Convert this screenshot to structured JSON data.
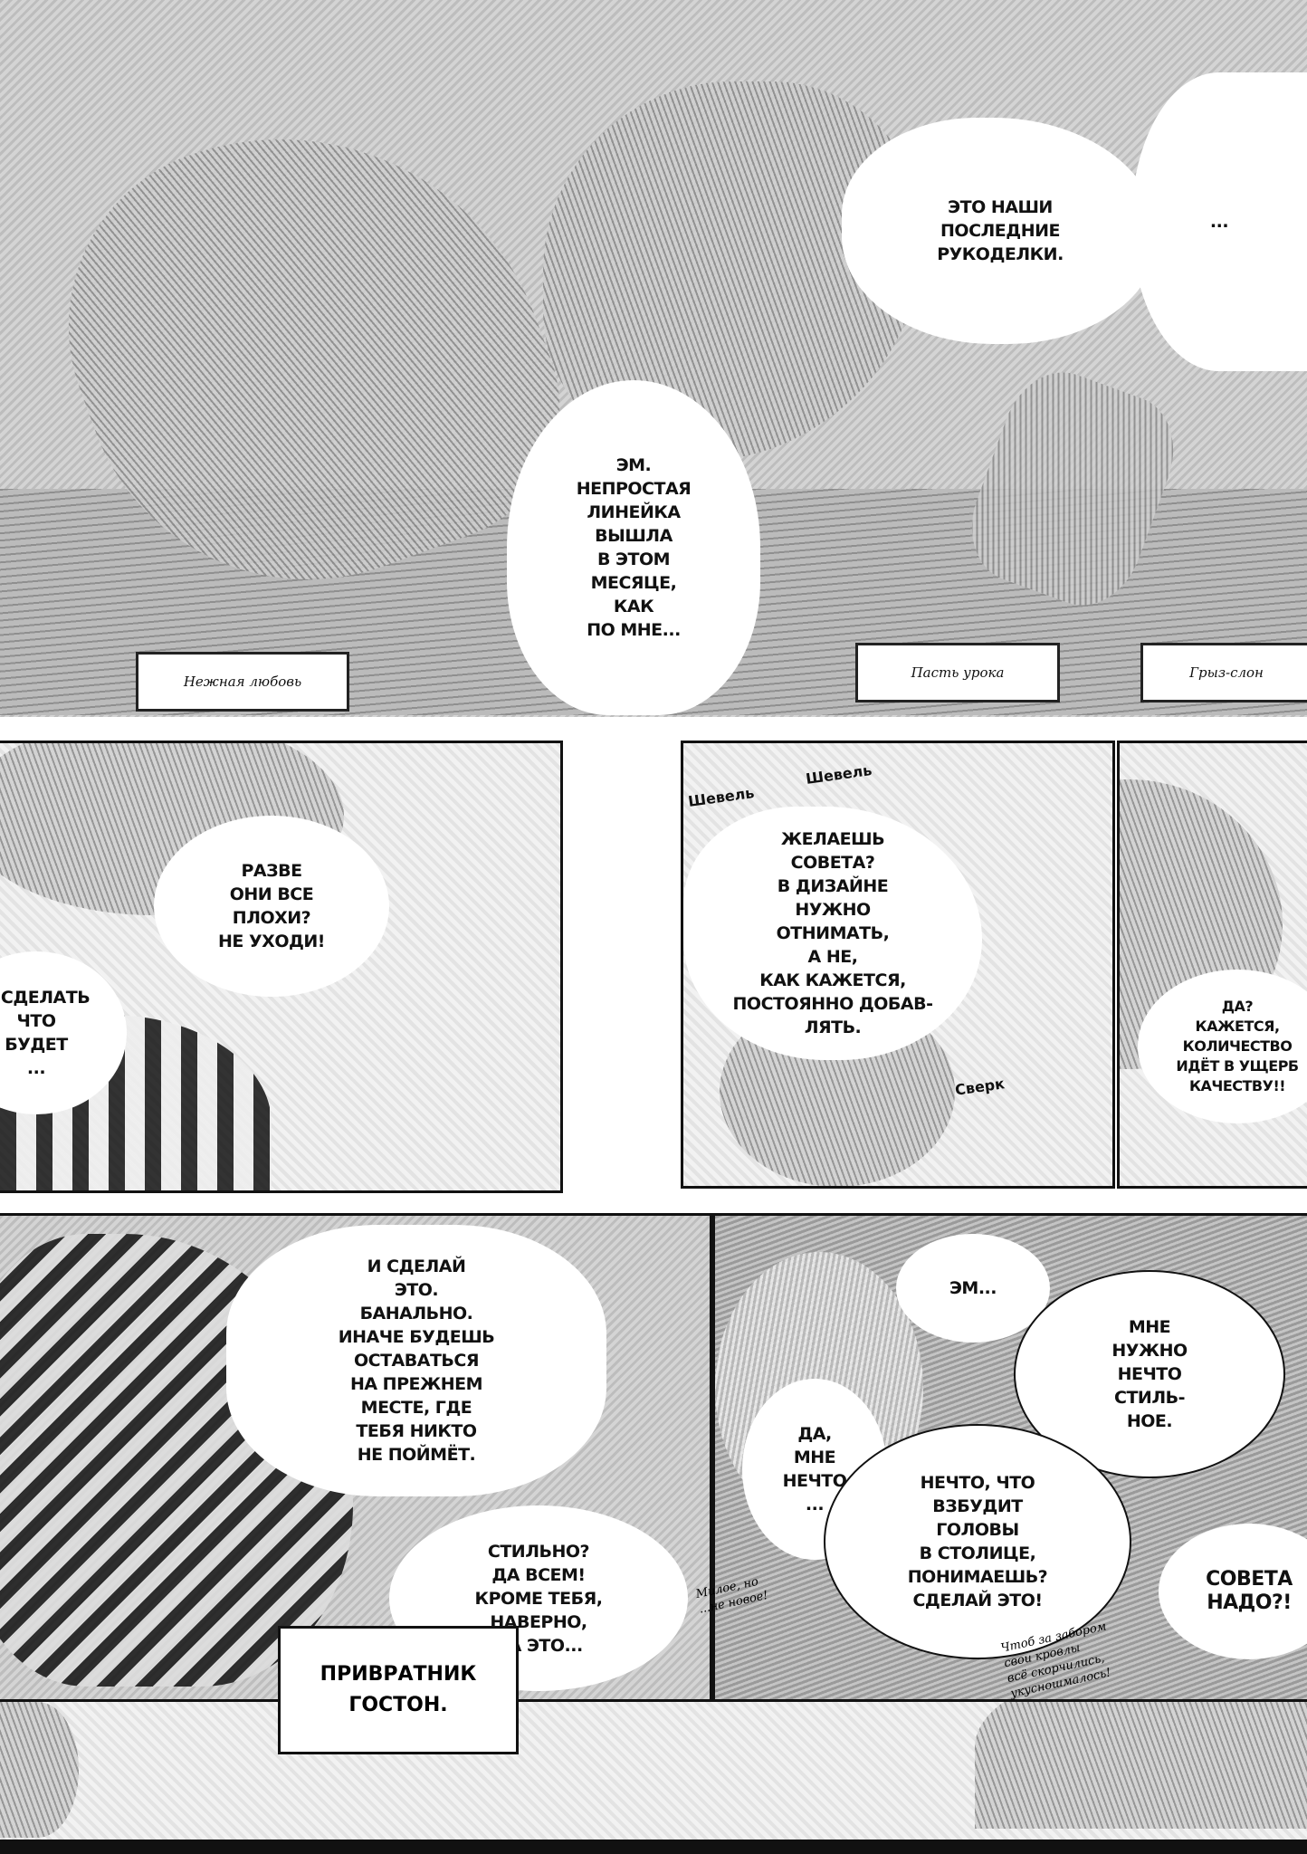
{
  "page": {
    "type": "manga-page",
    "language": "ru"
  },
  "panel1": {
    "bubbles": [
      "Это наши\nпоследние\nрукоделки.",
      "...",
      "Эм.\nНепростая\nлинейка\nвышла\nв этом\nмесяце,\nкак\nпо мне..."
    ],
    "plaques": [
      "Нежная любовь",
      "Пасть урока",
      "Грыз-слон"
    ]
  },
  "panel2": {
    "bubbles": [
      "Разве\nони все\nплохи?\nНе уходи!",
      "...сделать\nчто\nбудет\n..."
    ]
  },
  "panel3": {
    "sfx": [
      "Шевель",
      "Шевель"
    ],
    "bubbles": [
      "Желаешь\nсовета?\nВ дизайне\nнужно\nотнимать,\nа не,\nкак кажется,\nпостоянно добав-\nлять."
    ],
    "sfx2": "Сверк"
  },
  "panel4": {
    "bubbles": [
      "Да?\nКажется,\nколичество\nидёт в ущерб\nкачеству!!"
    ]
  },
  "panel5": {
    "bubbles": [
      "И сделай\nэто.\nБанально.\nИначе будешь\nоставаться\nна прежнем\nместе, где\nтебя никто\nне поймёт.",
      "Стильно?\nДа всем!\nКроме тебя,\nнаверно,\nна это..."
    ],
    "caption": "Привратник\nГостон."
  },
  "panel6": {
    "bubbles": [
      "Эм...",
      "Мне\nнужно\nнечто\nстиль-\nное.",
      "Да,\nмне\nнечто\n...",
      "Нечто, что\nвзбудит\nголовы\nв столице,\nпонимаешь?\nСделай это!",
      "Совета\nнадо?!"
    ],
    "whisper": "Милое, но\n...не новое!",
    "handwritten": "Чтоб за забором\nсвои кровлы\nвсё скорчились,\nукусношмалось!"
  }
}
